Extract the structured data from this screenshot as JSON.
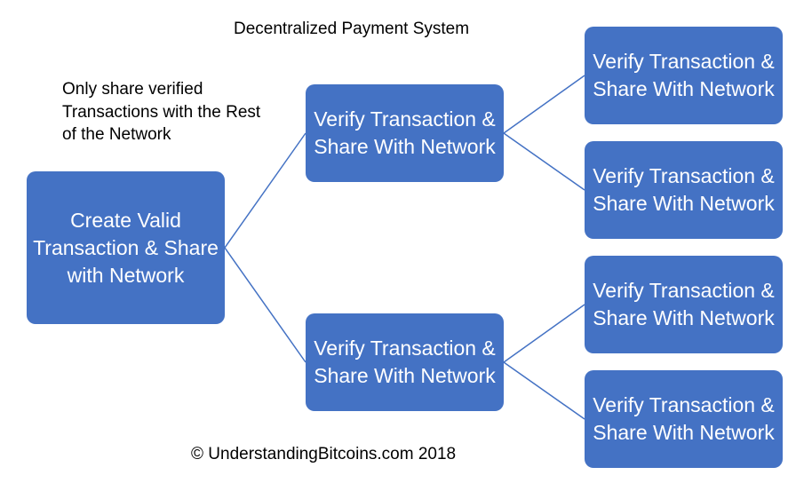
{
  "title": "Decentralized Payment System",
  "note": "Only share verified Transactions with the Rest of the Network",
  "footer": "© UnderstandingBitcoins.com 2018",
  "colors": {
    "box_fill": "#4472c4",
    "connector": "#4472c4",
    "box_text": "#ffffff"
  },
  "nodes": {
    "origin": "Create Valid Transaction & Share with Network",
    "mid_top": "Verify Transaction & Share With Network",
    "mid_bottom": "Verify Transaction & Share With Network",
    "leaf_1": "Verify Transaction & Share With Network",
    "leaf_2": "Verify Transaction & Share With Network",
    "leaf_3": "Verify Transaction & Share With Network",
    "leaf_4": "Verify Transaction & Share With Network"
  }
}
